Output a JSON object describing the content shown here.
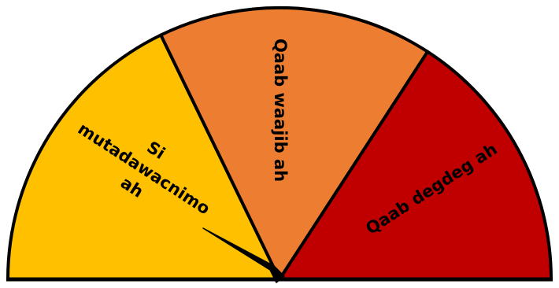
{
  "gauge": {
    "segments": [
      {
        "lines": [
          "Si",
          "mutadawacnimo",
          "ah"
        ],
        "color": "#FFC000"
      },
      {
        "lines": [
          "Qaab waajib ah"
        ],
        "color": "#ED7D31"
      },
      {
        "lines": [
          "Qaab degdeg ah"
        ],
        "color": "#C00000"
      }
    ],
    "outline_color": "#000000",
    "needle_color": "#000000"
  }
}
